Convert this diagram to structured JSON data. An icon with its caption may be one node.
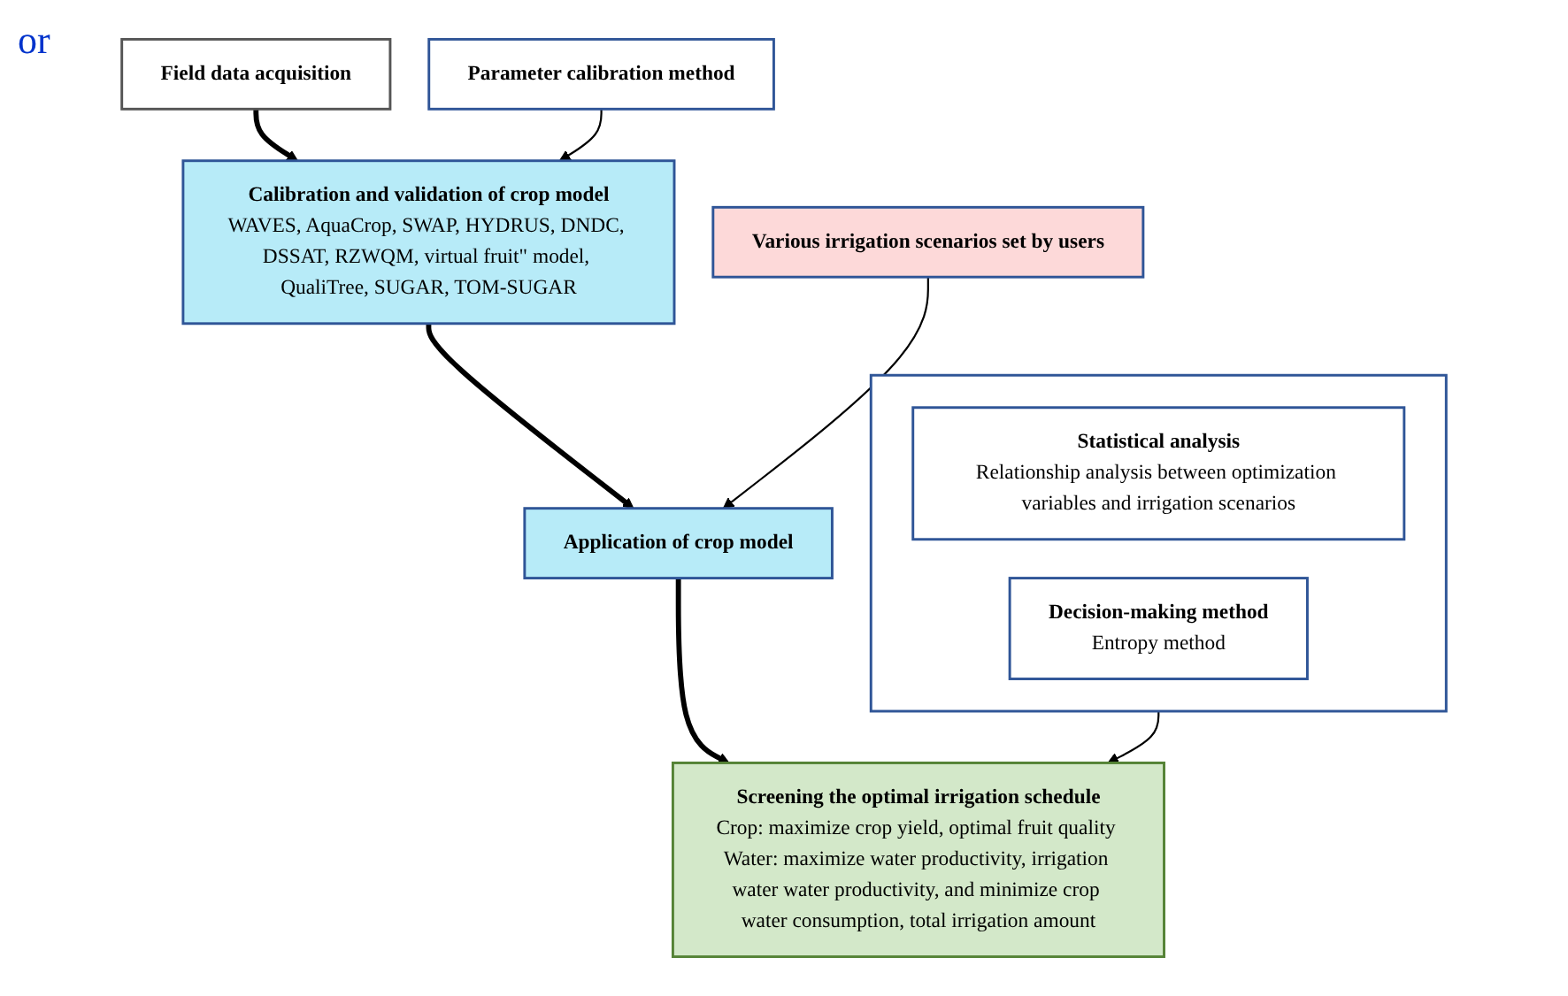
{
  "diagram": {
    "nodes": [
      {
        "text": [
          "Field data acquisition"
        ]
      },
      {
        "text": [
          "Parameter calibration method"
        ]
      },
      {
        "text": [
          "Calibration and validation of crop model",
          "WAVES, AquaCrop, SWAP, HYDRUS, DNDC, DSSAT, RZWQM, virtual fruit\" model, QualiTree, SUGAR, TOM-SUGAR"
        ]
      },
      {
        "text": [
          "Various irrigation scenarios set by users"
        ]
      },
      {
        "text": [
          "Application of crop model"
        ]
      },
      {
        "text": [],
        "shape": "box"
      },
      {
        "text": [
          "Statistical analysis",
          "Relationship analysis between optimization variables and irrigation scenarios"
        ],
        "in": 5
      },
      {
        "text": [
          "Decision-making method",
          "Entropy method"
        ],
        "in": 5
      },
      {
        "text": [
          "Screening the optimal irrigation schedule",
          "Crop: maximize crop yield, optimal fruit quality Water: maximize water productivity, irrigation water water productivity, and minimize crop water consumption, total irrigation amount"
        ]
      }
    ],
    "edges": [
      {
        "from": 0,
        "to": 2,
        "arrow": "to",
        "style": "thick"
      },
      {
        "from": 1,
        "to": 2,
        "arrow": "to"
      },
      {
        "from": 2,
        "to": 4,
        "arrow": "to",
        "style": "thick"
      },
      {
        "from": 3,
        "to": 4,
        "arrow": "to"
      },
      {
        "from": 4,
        "to": 8,
        "arrow": "to",
        "style": "thick"
      },
      {
        "from": 5,
        "to": 8,
        "arrow": "to"
      }
    ],
    "labels": [
      "or"
    ]
  }
}
